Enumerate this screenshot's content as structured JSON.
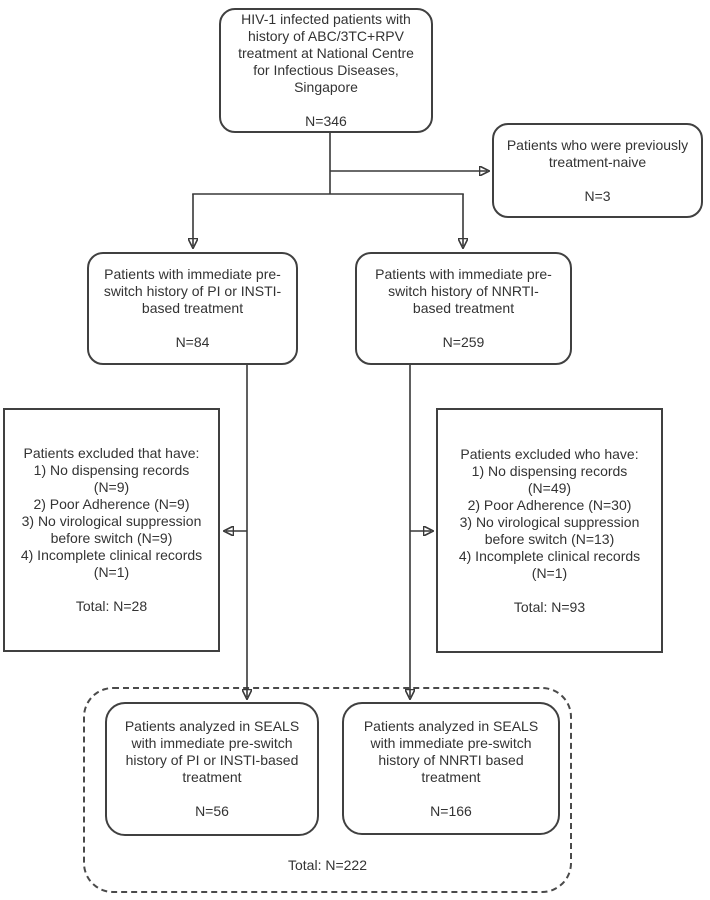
{
  "boxes": {
    "source": {
      "text": "HIV-1 infected patients with\nhistory of ABC/3TC+RPV\ntreatment at National Centre\nfor Infectious Diseases,\nSingapore",
      "n": "N=346"
    },
    "naive": {
      "text": "Patients who were previously\ntreatment-naive",
      "n": "N=3"
    },
    "pi": {
      "text": "Patients with immediate pre-\nswitch history of PI or INSTI-\nbased treatment",
      "n": "N=84"
    },
    "nnrti": {
      "text": "Patients with immediate pre-\nswitch history of NNRTI-\nbased treatment",
      "n": "N=259"
    },
    "excluded_pi": {
      "text": "Patients excluded that have:\n1) No dispensing records\n(N=9)\n2) Poor Adherence (N=9)\n3) No virological suppression\nbefore switch (N=9)\n4) Incomplete clinical records\n(N=1)",
      "n": "Total: N=28"
    },
    "excluded_nnrti": {
      "text": "Patients excluded who have:\n1) No dispensing records\n(N=49)\n2) Poor Adherence (N=30)\n3) No virological suppression\nbefore switch (N=13)\n4) Incomplete clinical records\n(N=1)",
      "n": "Total: N=93"
    },
    "seals_pi": {
      "text": "Patients analyzed in SEALS\nwith immediate pre-switch\nhistory of PI or INSTI-based\ntreatment",
      "n": "N=56"
    },
    "seals_nnrti": {
      "text": "Patients analyzed in SEALS\nwith immediate pre-switch\nhistory of NNRTI based\ntreatment",
      "n": "N=166"
    },
    "analyzed_total": {
      "text": "Total: N=222"
    }
  },
  "colors": {
    "border": "#404040",
    "line": "#383838",
    "text": "#333333",
    "background": "#ffffff"
  }
}
